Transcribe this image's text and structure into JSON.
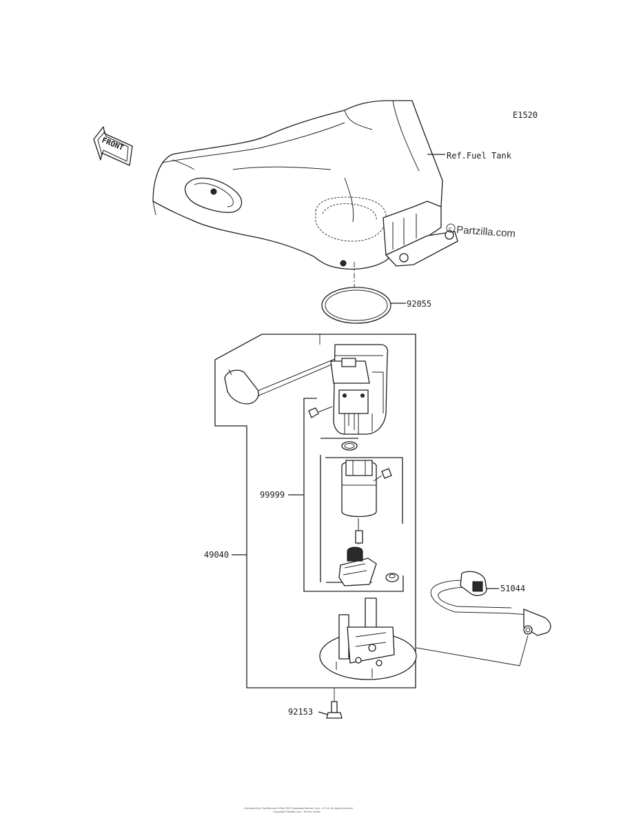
{
  "diagram": {
    "ref_code": "E1520",
    "front_label": "FRONT",
    "fuel_tank_ref": "Ref.Fuel Tank",
    "watermark": "Partzilla.com",
    "footer": {
      "line1": "Generated by Partzilla.com 2008-2023 Kawasaki Motors Corp., U.S.A. All rights reserved.",
      "line2": "Copyright Partzilla.com - Not for resale"
    },
    "callouts": [
      {
        "id": "92055"
      },
      {
        "id": "99999"
      },
      {
        "id": "49040"
      },
      {
        "id": "51044"
      },
      {
        "id": "92153"
      }
    ]
  },
  "colors": {
    "line": "#1a1a1a",
    "background": "#ffffff"
  }
}
